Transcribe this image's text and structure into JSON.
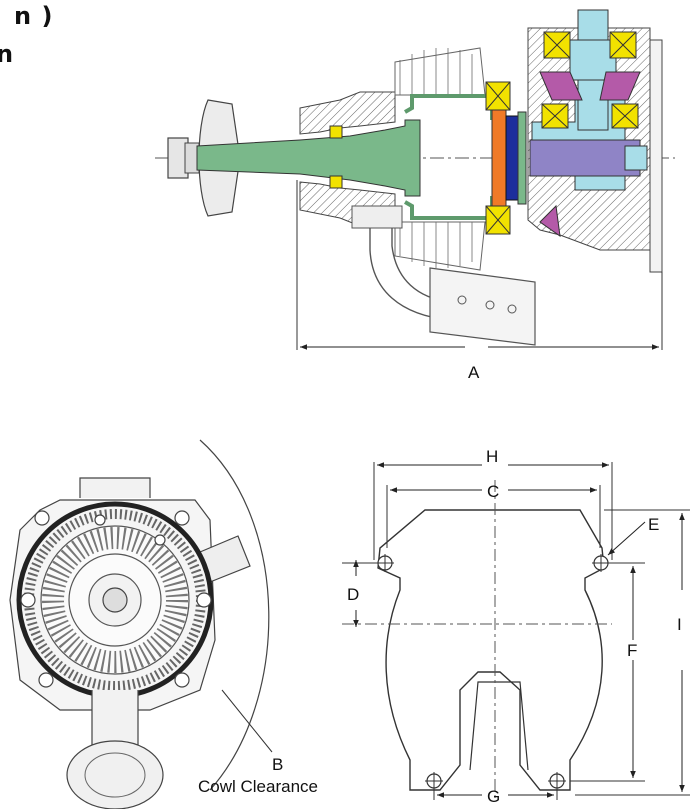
{
  "header": {
    "line1": "n )",
    "line2": "n"
  },
  "top_view": {
    "dim_A": "A"
  },
  "front_view": {
    "label_B": "B",
    "cowl_caption": "Cowl Clearance"
  },
  "mount_view": {
    "dim_H": "H",
    "dim_C": "C",
    "dim_E": "E",
    "dim_D": "D",
    "dim_F": "F",
    "dim_I": "I",
    "dim_G": "G"
  },
  "colors": {
    "shaft_green": "#7ab88a",
    "bearing_yellow": "#f2e200",
    "seal_orange": "#f07a28",
    "disc_navy": "#1c2e9c",
    "housing_cyan": "#a8dde8",
    "gear_magenta": "#b45aa8",
    "purple_shaft": "#8f84c6",
    "line": "#333333"
  }
}
